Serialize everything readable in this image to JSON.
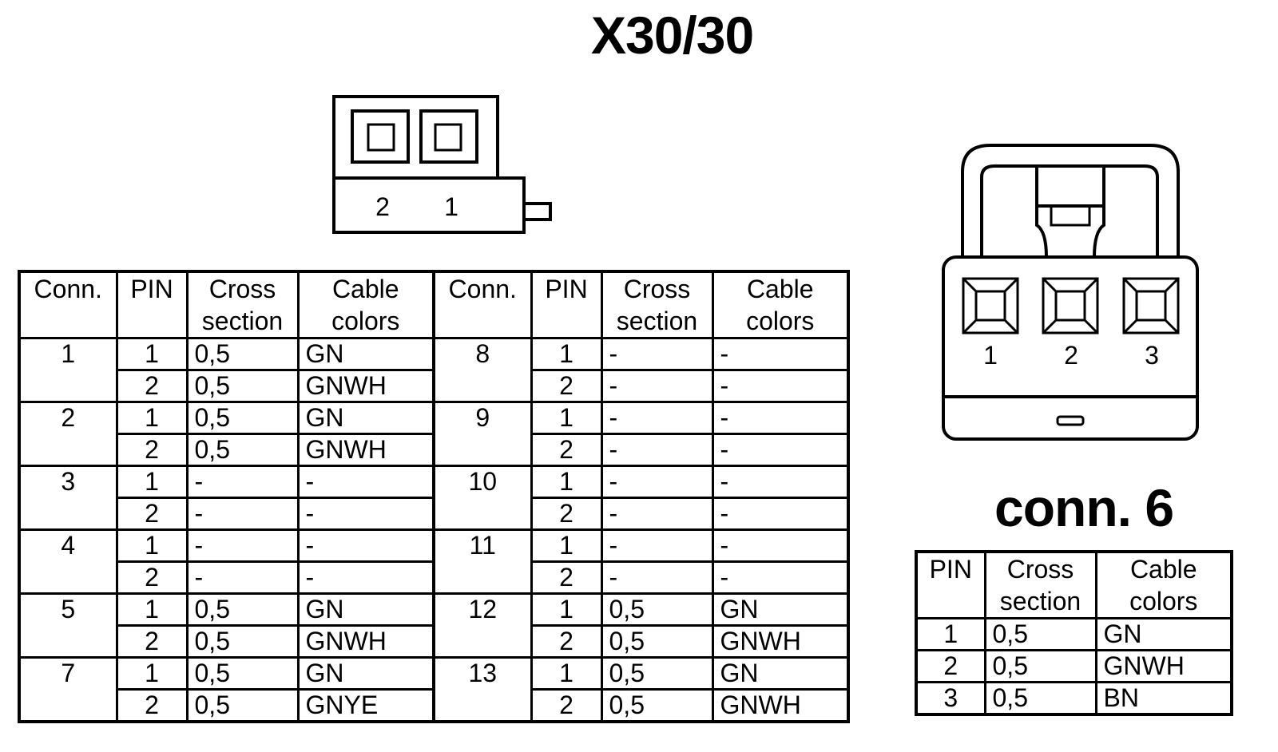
{
  "title": "X30/30",
  "connector_x30": {
    "pin_labels": [
      "2",
      "1"
    ]
  },
  "connector_6": {
    "title": "conn. 6",
    "pin_labels": [
      "1",
      "2",
      "3"
    ]
  },
  "main_table": {
    "headers": [
      "Conn.",
      "PIN",
      "Cross section",
      "Cable colors",
      "Conn.",
      "PIN",
      "Cross section",
      "Cable colors"
    ],
    "groups": [
      {
        "left": {
          "conn": "1",
          "rows": [
            [
              "1",
              "0,5",
              "GN"
            ],
            [
              "2",
              "0,5",
              "GNWH"
            ]
          ]
        },
        "right": {
          "conn": "8",
          "rows": [
            [
              "1",
              "-",
              "-"
            ],
            [
              "2",
              "-",
              "-"
            ]
          ]
        }
      },
      {
        "left": {
          "conn": "2",
          "rows": [
            [
              "1",
              "0,5",
              "GN"
            ],
            [
              "2",
              "0,5",
              "GNWH"
            ]
          ]
        },
        "right": {
          "conn": "9",
          "rows": [
            [
              "1",
              "-",
              "-"
            ],
            [
              "2",
              "-",
              "-"
            ]
          ]
        }
      },
      {
        "left": {
          "conn": "3",
          "rows": [
            [
              "1",
              "-",
              "-"
            ],
            [
              "2",
              "-",
              "-"
            ]
          ]
        },
        "right": {
          "conn": "10",
          "rows": [
            [
              "1",
              "-",
              "-"
            ],
            [
              "2",
              "-",
              "-"
            ]
          ]
        }
      },
      {
        "left": {
          "conn": "4",
          "rows": [
            [
              "1",
              "-",
              "-"
            ],
            [
              "2",
              "-",
              "-"
            ]
          ]
        },
        "right": {
          "conn": "11",
          "rows": [
            [
              "1",
              "-",
              "-"
            ],
            [
              "2",
              "-",
              "-"
            ]
          ]
        }
      },
      {
        "left": {
          "conn": "5",
          "rows": [
            [
              "1",
              "0,5",
              "GN"
            ],
            [
              "2",
              "0,5",
              "GNWH"
            ]
          ]
        },
        "right": {
          "conn": "12",
          "rows": [
            [
              "1",
              "0,5",
              "GN"
            ],
            [
              "2",
              "0,5",
              "GNWH"
            ]
          ]
        }
      },
      {
        "left": {
          "conn": "7",
          "rows": [
            [
              "1",
              "0,5",
              "GN"
            ],
            [
              "2",
              "0,5",
              "GNYE"
            ]
          ]
        },
        "right": {
          "conn": "13",
          "rows": [
            [
              "1",
              "0,5",
              "GN"
            ],
            [
              "2",
              "0,5",
              "GNWH"
            ]
          ]
        }
      }
    ]
  },
  "conn6_table": {
    "headers": [
      "PIN",
      "Cross section",
      "Cable colors"
    ],
    "rows": [
      [
        "1",
        "0,5",
        "GN"
      ],
      [
        "2",
        "0,5",
        "GNWH"
      ],
      [
        "3",
        "0,5",
        "BN"
      ]
    ]
  }
}
